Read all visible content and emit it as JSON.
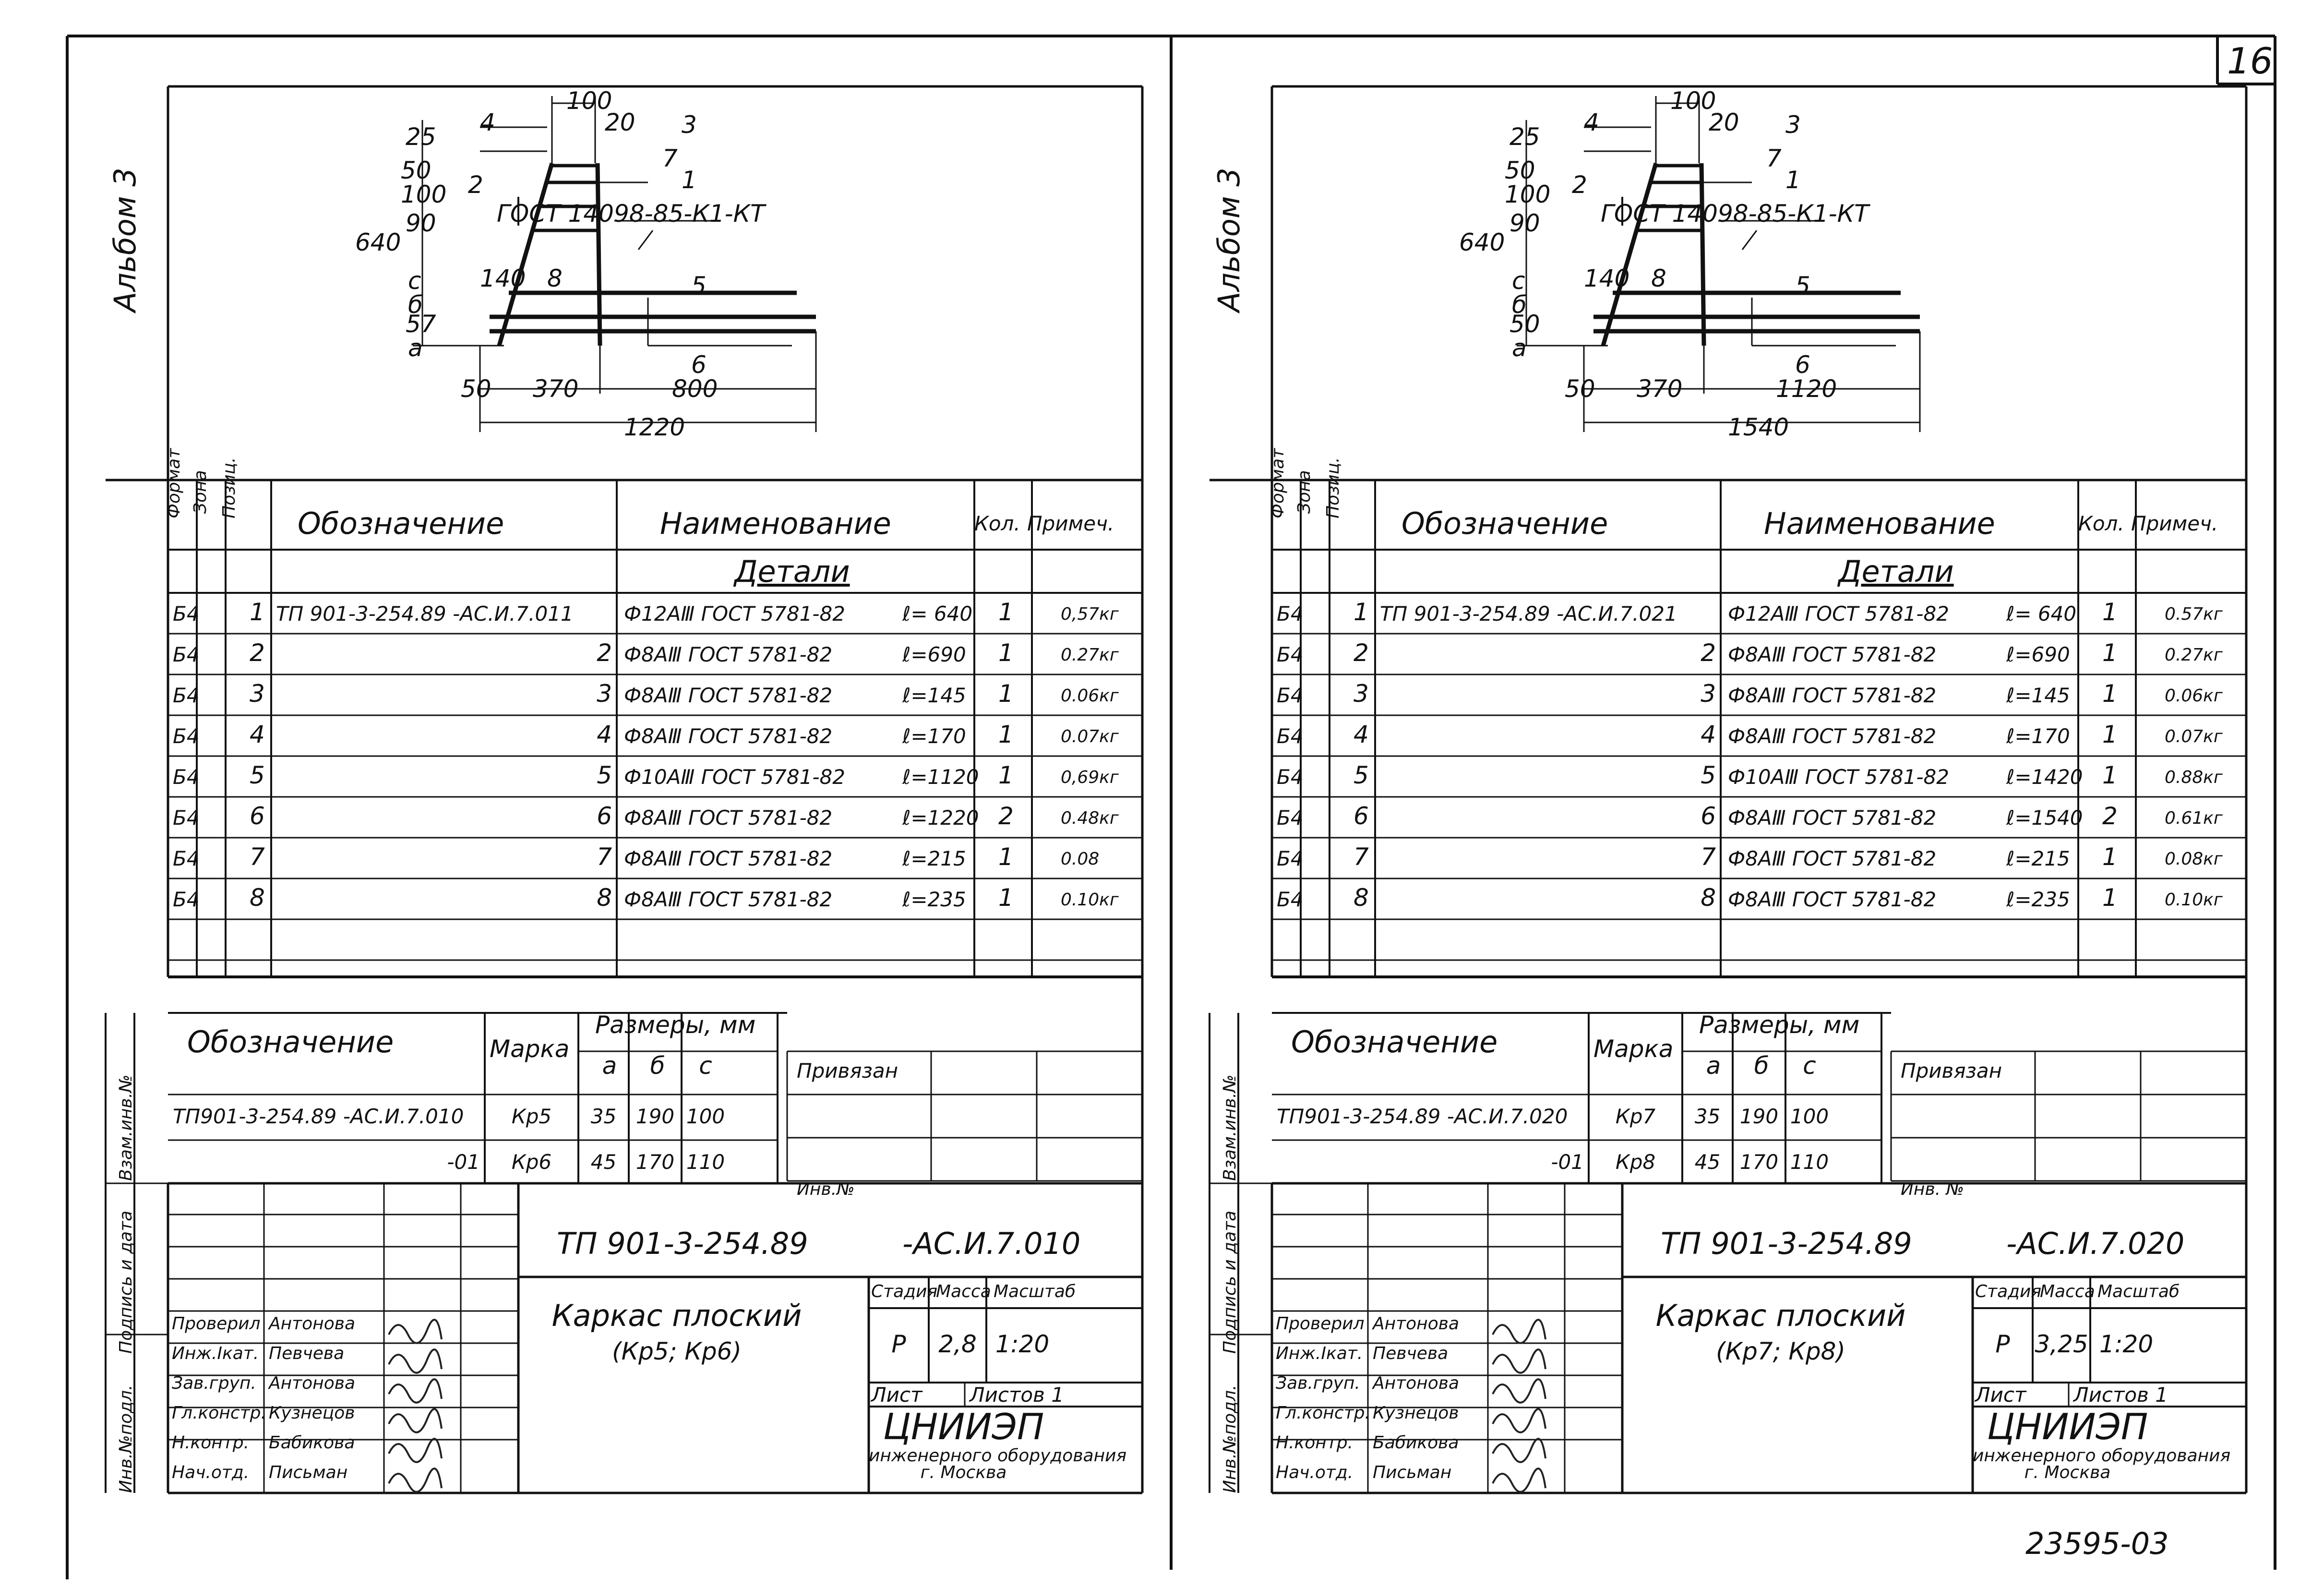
{
  "page_number": "16",
  "archive_number": "23595-03",
  "sheets": [
    {
      "album": "Альбом 3",
      "drawing": {
        "dims": [
          "100",
          "20",
          "4",
          "3",
          "25",
          "50",
          "100",
          "90",
          "2",
          "7",
          "1",
          "640",
          "c",
          "б",
          "140",
          "8",
          "5",
          "57",
          "a",
          "6",
          "50",
          "370",
          "800",
          "1220"
        ],
        "gost_note": "ГОСТ 14098-85-К1-КТ"
      },
      "spec": {
        "headers": {
          "format": "Формат",
          "zone": "Зона",
          "pos": "Позиц.",
          "designation": "Обозначение",
          "name": "Наименование",
          "qty": "Кол.",
          "note": "Примеч."
        },
        "section": "Детали",
        "rows": [
          {
            "format": "Б4",
            "pos": "1",
            "designation": "ТП 901-3-254.89 -АС.И.7.011",
            "name": "Ф12АⅢ ГОСТ 5781-82",
            "length": "ℓ= 640",
            "qty": "1",
            "note": "0,57кг"
          },
          {
            "format": "Б4",
            "pos": "2",
            "designation": "2",
            "name": "Ф8АⅢ ГОСТ 5781-82",
            "length": "ℓ=690",
            "qty": "1",
            "note": "0.27кг"
          },
          {
            "format": "Б4",
            "pos": "3",
            "designation": "3",
            "name": "Ф8АⅢ ГОСТ 5781-82",
            "length": "ℓ=145",
            "qty": "1",
            "note": "0.06кг"
          },
          {
            "format": "Б4",
            "pos": "4",
            "designation": "4",
            "name": "Ф8АⅢ ГОСТ 5781-82",
            "length": "ℓ=170",
            "qty": "1",
            "note": "0.07кг"
          },
          {
            "format": "Б4",
            "pos": "5",
            "designation": "5",
            "name": "Ф10АⅢ ГОСТ 5781-82",
            "length": "ℓ=1120",
            "qty": "1",
            "note": "0,69кг"
          },
          {
            "format": "Б4",
            "pos": "6",
            "designation": "6",
            "name": "Ф8АⅢ ГОСТ 5781-82",
            "length": "ℓ=1220",
            "qty": "2",
            "note": "0.48кг"
          },
          {
            "format": "Б4",
            "pos": "7",
            "designation": "7",
            "name": "Ф8АⅢ ГОСТ 5781-82",
            "length": "ℓ=215",
            "qty": "1",
            "note": "0.08"
          },
          {
            "format": "Б4",
            "pos": "8",
            "designation": "8",
            "name": "Ф8АⅢ ГОСТ 5781-82",
            "length": "ℓ=235",
            "qty": "1",
            "note": "0.10кг"
          }
        ]
      },
      "variants": {
        "headers": {
          "designation": "Обозначение",
          "mark": "Марка",
          "sizes": "Размеры, мм",
          "a": "а",
          "b": "б",
          "c": "с"
        },
        "rows": [
          {
            "designation": "ТП901-3-254.89 -АС.И.7.010",
            "mark": "Кр5",
            "a": "35",
            "b": "190",
            "c": "100"
          },
          {
            "designation": "-01",
            "mark": "Кр6",
            "a": "45",
            "b": "170",
            "c": "110"
          }
        ]
      },
      "side_stamp": {
        "vzam": "Взам.инв.№",
        "podpis": "Подпись и дата",
        "inv_podl": "Инв.№подл."
      },
      "privyazan": "Привязан",
      "inv_no": "Инв.№",
      "title_block": {
        "code_left": "ТП 901-3-254.89",
        "code_right": "-АС.И.7.010",
        "title": "Каркас плоский",
        "subtitle": "(Кр5; Кр6)",
        "stage_label": "Стадия",
        "mass_label": "Масса",
        "scale_label": "Масштаб",
        "stage": "Р",
        "mass": "2,8",
        "scale": "1:20",
        "sheet_label": "Лист",
        "sheets_label": "Листов 1",
        "org": "ЦНИИЭП",
        "org_sub": "инженерного оборудования",
        "city": "г. Москва",
        "people": [
          {
            "role": "Проверил",
            "name": "Антонова"
          },
          {
            "role": "Инж.Ікат.",
            "name": "Певчева"
          },
          {
            "role": "Зав.груп.",
            "name": "Антонова"
          },
          {
            "role": "Гл.констр.",
            "name": "Кузнецов"
          },
          {
            "role": "Н.контр.",
            "name": "Бабикова"
          },
          {
            "role": "Нач.отд.",
            "name": "Письман"
          }
        ]
      }
    },
    {
      "album": "Альбом 3",
      "drawing": {
        "dims": [
          "100",
          "20",
          "4",
          "3",
          "25",
          "50",
          "100",
          "90",
          "2",
          "7",
          "1",
          "640",
          "c",
          "б",
          "140",
          "8",
          "5",
          "50",
          "a",
          "6",
          "50",
          "370",
          "1120",
          "1540"
        ],
        "gost_note": "ГОСТ 14098-85-К1-КТ"
      },
      "spec": {
        "headers": {
          "format": "Формат",
          "zone": "Зона",
          "pos": "Позиц.",
          "designation": "Обозначение",
          "name": "Наименование",
          "qty": "Кол.",
          "note": "Примеч."
        },
        "section": "Детали",
        "rows": [
          {
            "format": "Б4",
            "pos": "1",
            "designation": "ТП 901-3-254.89 -АС.И.7.021",
            "name": "Ф12АⅢ ГОСТ 5781-82",
            "length": "ℓ= 640",
            "qty": "1",
            "note": "0.57кг"
          },
          {
            "format": "Б4",
            "pos": "2",
            "designation": "2",
            "name": "Ф8АⅢ ГОСТ 5781-82",
            "length": "ℓ=690",
            "qty": "1",
            "note": "0.27кг"
          },
          {
            "format": "Б4",
            "pos": "3",
            "designation": "3",
            "name": "Ф8АⅢ ГОСТ 5781-82",
            "length": "ℓ=145",
            "qty": "1",
            "note": "0.06кг"
          },
          {
            "format": "Б4",
            "pos": "4",
            "designation": "4",
            "name": "Ф8АⅢ ГОСТ 5781-82",
            "length": "ℓ=170",
            "qty": "1",
            "note": "0.07кг"
          },
          {
            "format": "Б4",
            "pos": "5",
            "designation": "5",
            "name": "Ф10АⅢ ГОСТ 5781-82",
            "length": "ℓ=1420",
            "qty": "1",
            "note": "0.88кг"
          },
          {
            "format": "Б4",
            "pos": "6",
            "designation": "6",
            "name": "Ф8АⅢ ГОСТ 5781-82",
            "length": "ℓ=1540",
            "qty": "2",
            "note": "0.61кг"
          },
          {
            "format": "Б4",
            "pos": "7",
            "designation": "7",
            "name": "Ф8АⅢ ГОСТ 5781-82",
            "length": "ℓ=215",
            "qty": "1",
            "note": "0.08кг"
          },
          {
            "format": "Б4",
            "pos": "8",
            "designation": "8",
            "name": "Ф8АⅢ ГОСТ 5781-82",
            "length": "ℓ=235",
            "qty": "1",
            "note": "0.10кг"
          }
        ]
      },
      "variants": {
        "headers": {
          "designation": "Обозначение",
          "mark": "Марка",
          "sizes": "Размеры, мм",
          "a": "а",
          "b": "б",
          "c": "с"
        },
        "rows": [
          {
            "designation": "ТП901-3-254.89 -АС.И.7.020",
            "mark": "Кр7",
            "a": "35",
            "b": "190",
            "c": "100"
          },
          {
            "designation": "-01",
            "mark": "Кр8",
            "a": "45",
            "b": "170",
            "c": "110"
          }
        ]
      },
      "side_stamp": {
        "vzam": "Взам.инв.№",
        "podpis": "Подпись и дата",
        "inv_podl": "Инв.№подл."
      },
      "privyazan": "Привязан",
      "inv_no": "Инв. №",
      "title_block": {
        "code_left": "ТП 901-3-254.89",
        "code_right": "-АС.И.7.020",
        "title": "Каркас плоский",
        "subtitle": "(Кр7; Кр8)",
        "stage_label": "Стадия",
        "mass_label": "Масса",
        "scale_label": "Масштаб",
        "stage": "Р",
        "mass": "3,25",
        "scale": "1:20",
        "sheet_label": "Лист",
        "sheets_label": "Листов 1",
        "org": "ЦНИИЭП",
        "org_sub": "инженерного оборудования",
        "city": "г. Москва",
        "people": [
          {
            "role": "Проверил",
            "name": "Антонова"
          },
          {
            "role": "Инж.Ікат.",
            "name": "Певчева"
          },
          {
            "role": "Зав.груп.",
            "name": "Антонова"
          },
          {
            "role": "Гл.констр.",
            "name": "Кузнецов"
          },
          {
            "role": "Н.контр.",
            "name": "Бабикова"
          },
          {
            "role": "Нач.отд.",
            "name": "Письман"
          }
        ]
      }
    }
  ]
}
